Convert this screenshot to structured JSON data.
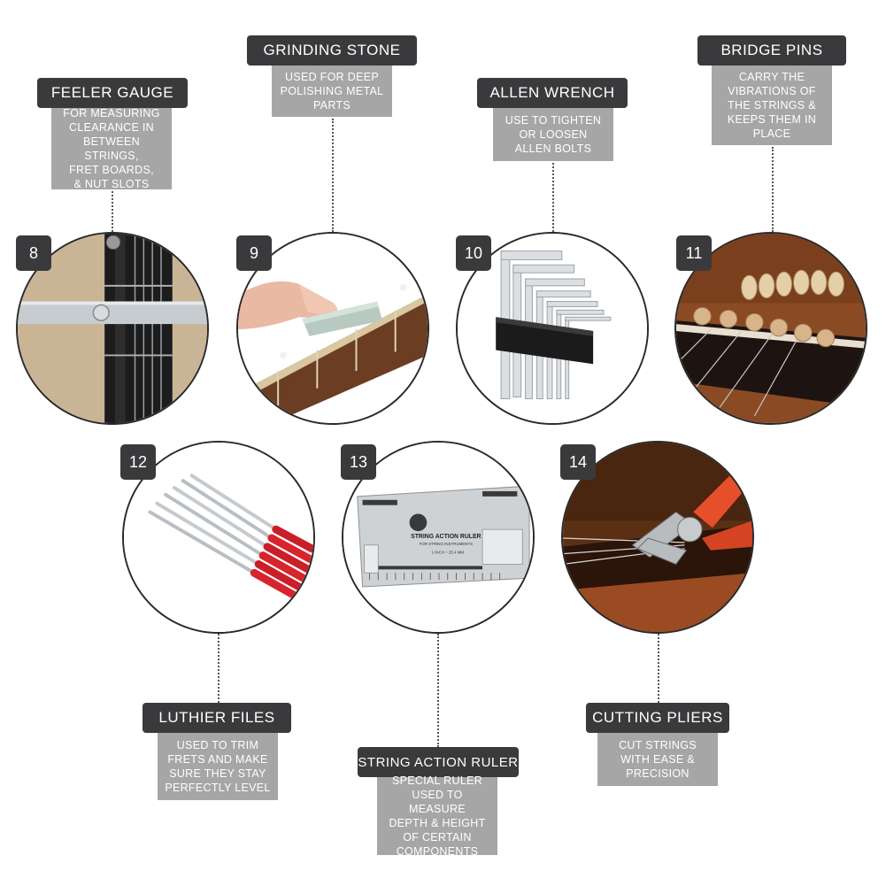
{
  "items": [
    {
      "number": "8",
      "title": "FEELER GAUGE",
      "desc": [
        "FOR MEASURING",
        "CLEARANCE IN",
        "BETWEEN STRINGS,",
        "FRET BOARDS,",
        "& NUT SLOTS"
      ]
    },
    {
      "number": "9",
      "title": "GRINDING STONE",
      "desc": [
        "USED FOR DEEP",
        "POLISHING METAL",
        "PARTS"
      ]
    },
    {
      "number": "10",
      "title": "ALLEN WRENCH",
      "desc": [
        "USE TO TIGHTEN",
        "OR LOOSEN",
        "ALLEN BOLTS"
      ]
    },
    {
      "number": "11",
      "title": "BRIDGE PINS",
      "desc": [
        "CARRY THE",
        "VIBRATIONS OF",
        "THE STRINGS &",
        "KEEPS THEM IN",
        "PLACE"
      ]
    },
    {
      "number": "12",
      "title": "LUTHIER FILES",
      "desc": [
        "USED TO TRIM",
        "FRETS AND MAKE",
        "SURE THEY STAY",
        "PERFECTLY LEVEL"
      ]
    },
    {
      "number": "13",
      "title": "STRING ACTION RULER",
      "desc": [
        "SPECIAL RULER",
        "USED TO MEASURE",
        "DEPTH & HEIGHT",
        "OF CERTAIN",
        "COMPONENTS"
      ]
    },
    {
      "number": "14",
      "title": "CUTTING PLIERS",
      "desc": [
        "CUT STRINGS",
        "WITH EASE &",
        "PRECISION"
      ]
    }
  ],
  "ruler_label": "STRING ACTION RULER",
  "ruler_sub": "FOR STRING INSTRUMENTS",
  "ruler_inch": "1 INCH = 25.4 MM"
}
